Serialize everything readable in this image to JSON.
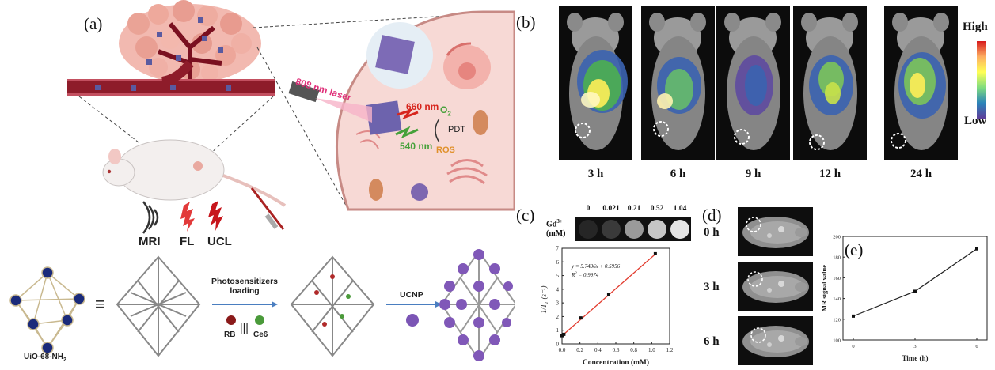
{
  "labels": {
    "a": "(a)",
    "b": "(b)",
    "c": "(c)",
    "d": "(d)",
    "e": "(e)"
  },
  "panel_a": {
    "laser": "808 nm laser",
    "wl_660": "660 nm",
    "wl_540": "540 nm",
    "o2": "O",
    "o2_sub": "2",
    "pdt": "PDT",
    "ros": "ROS",
    "mri": "MRI",
    "fl": "FL",
    "ucl": "UCL",
    "uio": "UiO-68-NH",
    "uio_sub": "2",
    "equiv": "≡",
    "photo_line1": "Photosensitizers",
    "photo_line2": "loading",
    "rb": "RB",
    "ce6": "Ce6",
    "sep": "|||",
    "ucnp": "UCNP"
  },
  "panel_b": {
    "times": [
      "3 h",
      "6 h",
      "9 h",
      "12 h",
      "24 h"
    ],
    "scale_high": "High",
    "scale_low": "Low"
  },
  "panel_c": {
    "gd_label": "Gd",
    "gd_sup": "3+",
    "gd_unit": "(mM)",
    "concentrations": [
      "0",
      "0.021",
      "0.21",
      "0.52",
      "1.04"
    ],
    "equation": "y = 5.7436x + 0.5956",
    "r2": "R",
    "r2_value": " = 0.9974",
    "ylabel": "1/T",
    "ylabel_unit": "(s⁻¹)",
    "xlabel": "Concentration (mM)"
  },
  "panel_d": {
    "times": [
      "0 h",
      "3 h",
      "6 h"
    ]
  },
  "chart_data": [
    {
      "type": "scatter",
      "title": "",
      "xlabel": "Concentration (mM)",
      "ylabel": "1/T1 (s-1)",
      "x": [
        0,
        0.021,
        0.21,
        0.52,
        1.04
      ],
      "y": [
        0.6,
        0.7,
        1.9,
        3.6,
        6.6
      ],
      "fit": {
        "slope": 5.7436,
        "intercept": 0.5956
      },
      "xlim": [
        0,
        1.2
      ],
      "ylim": [
        0,
        7
      ],
      "xticks": [
        "0.0",
        "0.2",
        "0.4",
        "0.6",
        "0.8",
        "1.0",
        "1.2"
      ],
      "yticks": [
        "0",
        "1",
        "2",
        "3",
        "4",
        "5",
        "6",
        "7"
      ]
    },
    {
      "type": "line",
      "title": "",
      "xlabel": "Time (h)",
      "ylabel": "MR signal value",
      "x": [
        0,
        3,
        6
      ],
      "y": [
        123,
        147,
        188
      ],
      "xlim": [
        -0.5,
        6.5
      ],
      "ylim": [
        100,
        200
      ],
      "xticks": [
        "0",
        "3",
        "6"
      ],
      "yticks": [
        "100",
        "120",
        "140",
        "160",
        "180",
        "200"
      ]
    }
  ]
}
